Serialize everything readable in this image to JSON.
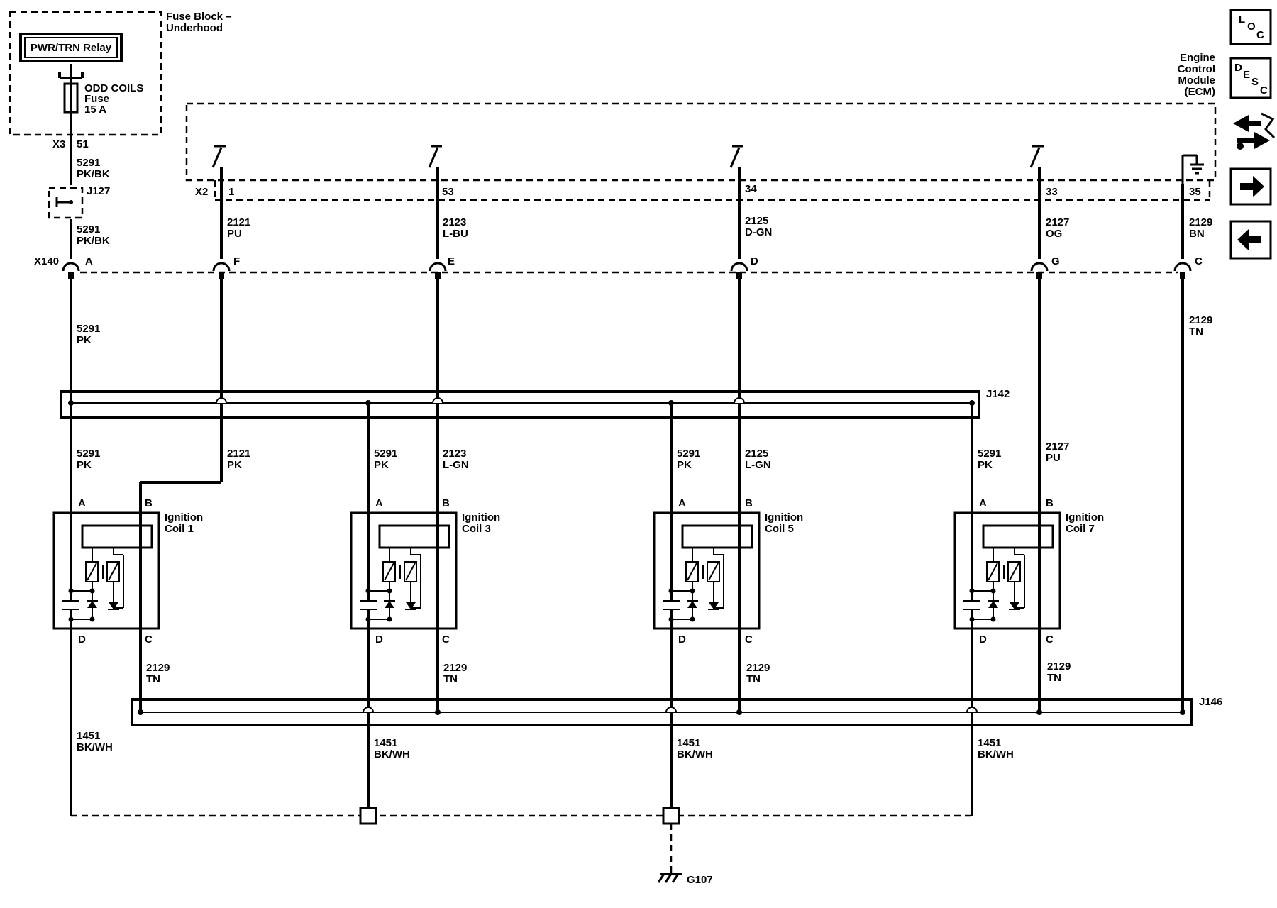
{
  "fuse_block": {
    "label_line1": "Fuse Block –",
    "label_line2": "Underhood",
    "relay": "PWR/TRN Relay",
    "fuse_line1": "ODD COILS",
    "fuse_line2": "Fuse",
    "fuse_line3": "15 A"
  },
  "ecm": {
    "label_line1": "Engine",
    "label_line2": "Control",
    "label_line3": "Module",
    "label_line4": "(ECM)"
  },
  "connectors": {
    "x3": "X3",
    "x3_pin": "51",
    "x2": "X2",
    "x140": "X140",
    "j127": "J127",
    "j142": "J142",
    "j146": "J146",
    "ground": "G107"
  },
  "ecm_pins": [
    "1",
    "53",
    "34",
    "33",
    "35"
  ],
  "x140_pins": [
    "A",
    "F",
    "E",
    "D",
    "G",
    "C"
  ],
  "wires": {
    "w5291_pkbk": {
      "num": "5291",
      "color": "PK/BK"
    },
    "w5291_pk": {
      "num": "5291",
      "color": "PK"
    },
    "w2121_pu": {
      "num": "2121",
      "color": "PU"
    },
    "w2123_lbu": {
      "num": "2123",
      "color": "L-BU"
    },
    "w2125_dgn": {
      "num": "2125",
      "color": "D-GN"
    },
    "w2127_og": {
      "num": "2127",
      "color": "OG"
    },
    "w2129_bn": {
      "num": "2129",
      "color": "BN"
    },
    "w2129_tn": {
      "num": "2129",
      "color": "TN"
    },
    "w2121_pk": {
      "num": "2121",
      "color": "PK"
    },
    "w2123_lgn": {
      "num": "2123",
      "color": "L-GN"
    },
    "w2125_lgn": {
      "num": "2125",
      "color": "L-GN"
    },
    "w2127_pu": {
      "num": "2127",
      "color": "PU"
    },
    "w1451": {
      "num": "1451",
      "color": "BK/WH"
    }
  },
  "coils": [
    {
      "line1": "Ignition",
      "line2": "Coil 1"
    },
    {
      "line1": "Ignition",
      "line2": "Coil 3"
    },
    {
      "line1": "Ignition",
      "line2": "Coil 5"
    },
    {
      "line1": "Ignition",
      "line2": "Coil 7"
    }
  ],
  "coil_pins": {
    "a": "A",
    "b": "B",
    "c": "C",
    "d": "D"
  },
  "nav": {
    "loc_l": "L",
    "loc_o": "O",
    "loc_c": "C",
    "desc_d": "D",
    "desc_e": "E",
    "desc_s": "S",
    "desc_c": "C",
    "icons": [
      "loc-icon",
      "desc-icon",
      "connector-icon",
      "next-arrow-icon",
      "previous-arrow-icon"
    ]
  }
}
